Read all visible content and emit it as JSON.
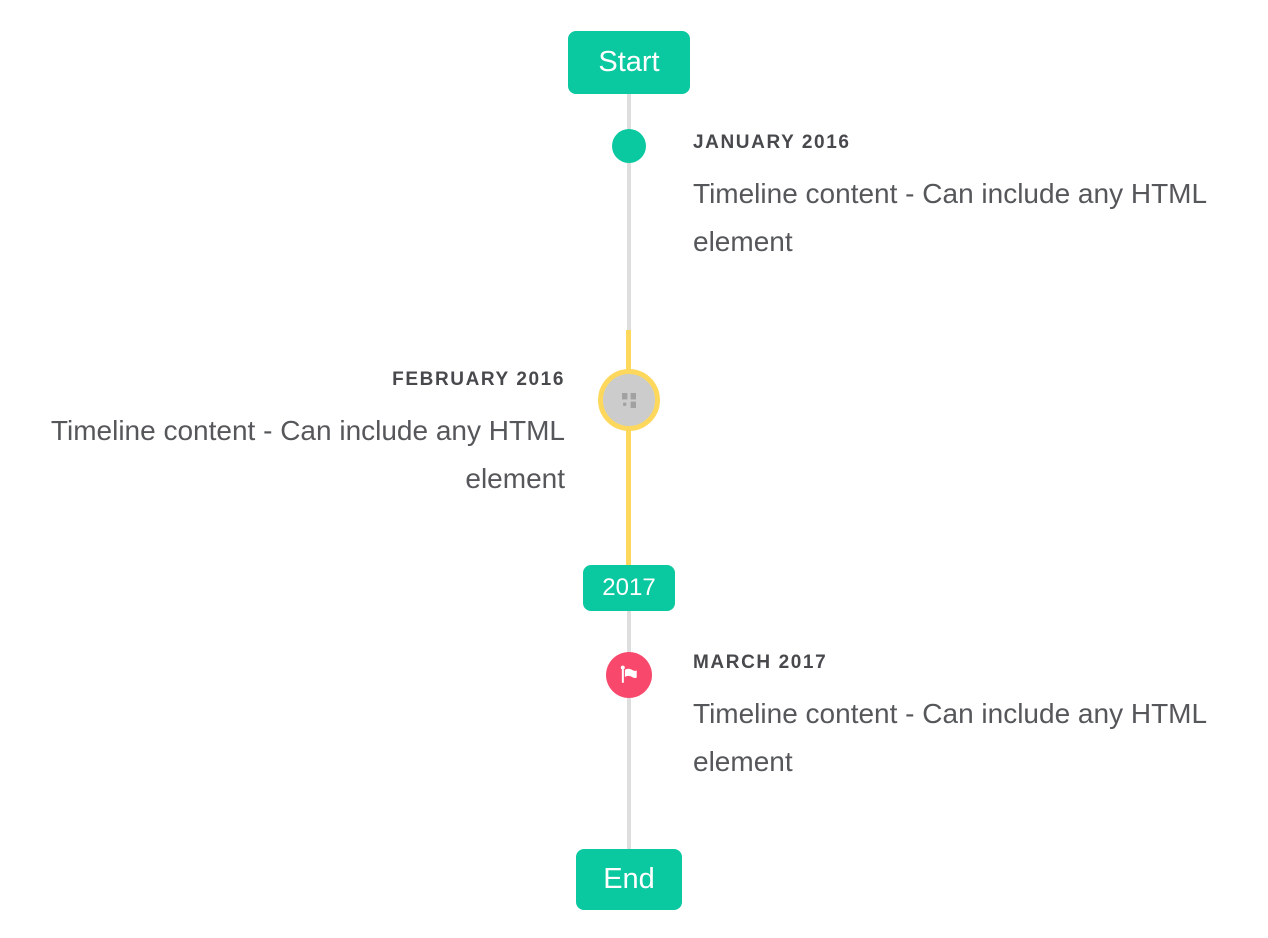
{
  "colors": {
    "accent": "#0ac8a0",
    "highlight": "#fdd85d",
    "flag_node": "#f8496c",
    "line": "#dedede",
    "node_fill": "#cccccc",
    "title_text": "#47494d",
    "body_text": "#55575a"
  },
  "timeline": {
    "start_badge": "Start",
    "year_badge": "2017",
    "end_badge": "End",
    "events": [
      {
        "title": "JANUARY 2016",
        "content": "Timeline content - Can include any HTML element",
        "side": "right",
        "marker": "dot"
      },
      {
        "title": "FEBRUARY 2016",
        "content": "Timeline content - Can include any HTML element",
        "side": "left",
        "marker": "broken-image-icon"
      },
      {
        "title": "MARCH 2017",
        "content": "Timeline content - Can include any HTML element",
        "side": "right",
        "marker": "flag-icon"
      }
    ]
  }
}
